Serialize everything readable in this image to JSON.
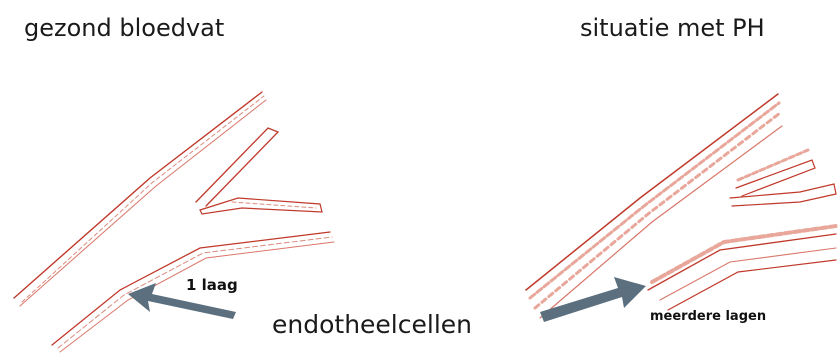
{
  "titles": {
    "left": "gezond bloedvat",
    "right": "situatie met PH"
  },
  "labels": {
    "one_layer": "1 laag",
    "center": "endotheelcellen",
    "multiple_layers": "meerdere lagen"
  },
  "colors": {
    "vessel_wall": "#c0392b",
    "vessel_wall_light": "#e8a79a",
    "cell_layer": "#d98c7e",
    "arrow": "#5b6f7e",
    "text": "#1a1a1a"
  }
}
